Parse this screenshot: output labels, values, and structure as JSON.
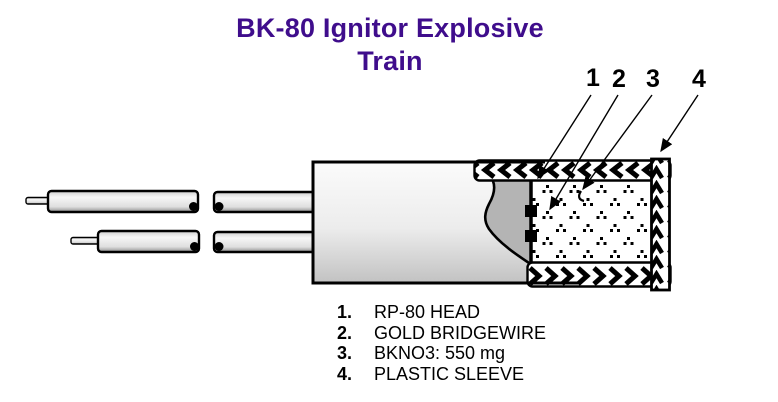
{
  "title": {
    "line1": "BK-80 Ignitor Explosive",
    "line2": "Train"
  },
  "callout_numbers": [
    "1",
    "2",
    "3",
    "4"
  ],
  "legend": {
    "items": [
      {
        "num": "1.",
        "label": "RP-80 HEAD"
      },
      {
        "num": "2.",
        "label": "GOLD BRIDGEWIRE"
      },
      {
        "num": "3.",
        "label": "BKNO3: 550 mg"
      },
      {
        "num": "4.",
        "label": "PLASTIC SLEEVE"
      }
    ]
  },
  "colors": {
    "title": "#3F0D8C",
    "outline": "#000000",
    "head_fill": "#b4b4b4",
    "body_light": "#fafafa",
    "body_dark": "#c2c2c2",
    "wire_light": "#f6f6f6",
    "wire_dark": "#8f8f8f"
  }
}
